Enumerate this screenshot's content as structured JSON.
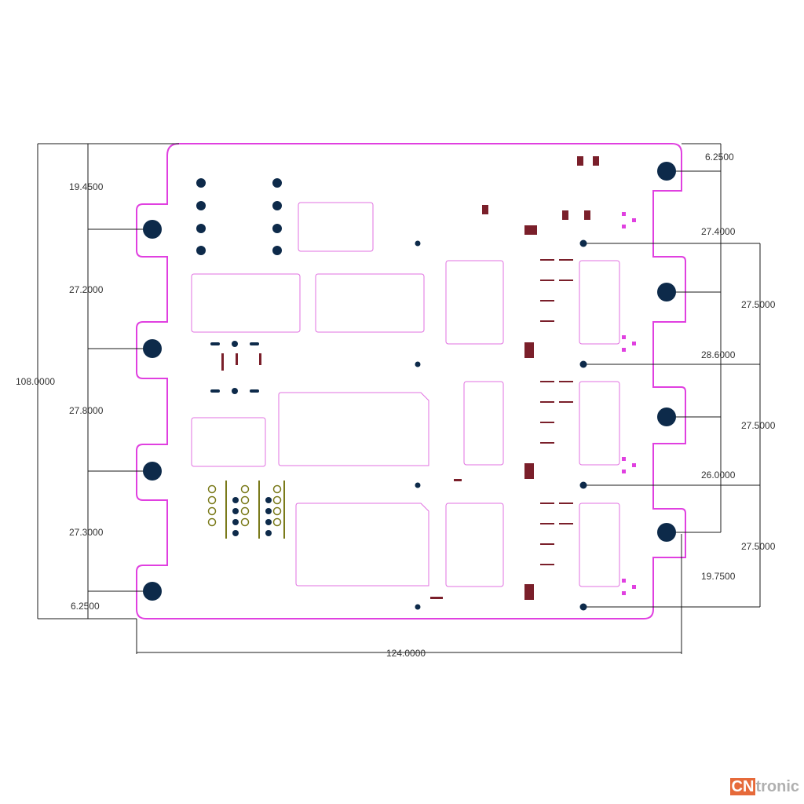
{
  "dimensions": {
    "left": [
      "19.4500",
      "27.2000",
      "27.8000",
      "27.3000",
      "6.2500"
    ],
    "total_height": "108.0000",
    "total_width": "124.0000",
    "right": [
      "6.2500",
      "27.4000",
      "27.5000",
      "28.6000",
      "27.5000",
      "26.0000",
      "27.5000",
      "19.7500"
    ]
  },
  "watermark": {
    "cn": "CN",
    "rest": "tronic"
  },
  "colors": {
    "outline": "#e040e0",
    "hole": "#0d2a4a",
    "via": "#7a1f2a",
    "gold": "#7a7a1a"
  }
}
